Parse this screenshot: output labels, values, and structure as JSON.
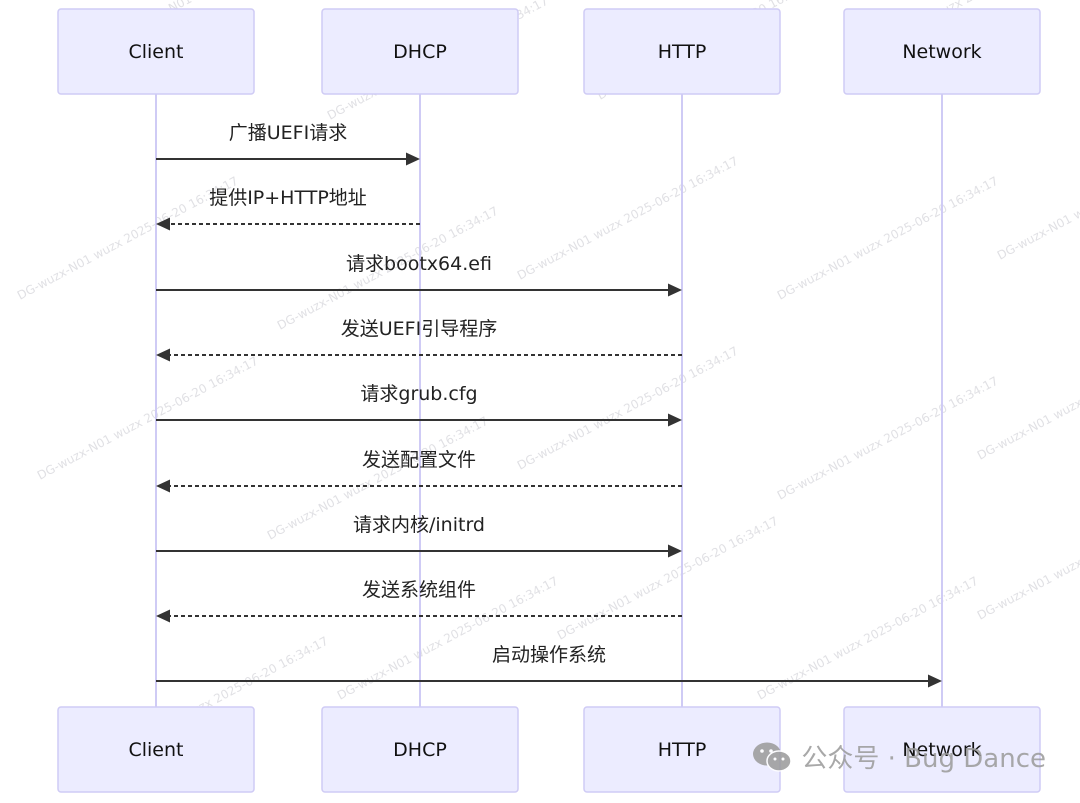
{
  "actors": [
    {
      "id": "client",
      "label": "Client"
    },
    {
      "id": "dhcp",
      "label": "DHCP"
    },
    {
      "id": "http",
      "label": "HTTP"
    },
    {
      "id": "network",
      "label": "Network"
    }
  ],
  "messages": [
    {
      "from": "client",
      "to": "dhcp",
      "style": "solid",
      "label": "广播UEFI请求"
    },
    {
      "from": "dhcp",
      "to": "client",
      "style": "dashed",
      "label": "提供IP+HTTP地址"
    },
    {
      "from": "client",
      "to": "http",
      "style": "solid",
      "label": "请求bootx64.efi"
    },
    {
      "from": "http",
      "to": "client",
      "style": "dashed",
      "label": "发送UEFI引导程序"
    },
    {
      "from": "client",
      "to": "http",
      "style": "solid",
      "label": "请求grub.cfg"
    },
    {
      "from": "http",
      "to": "client",
      "style": "dashed",
      "label": "发送配置文件"
    },
    {
      "from": "client",
      "to": "http",
      "style": "solid",
      "label": "请求内核/initrd"
    },
    {
      "from": "http",
      "to": "client",
      "style": "dashed",
      "label": "发送系统组件"
    },
    {
      "from": "client",
      "to": "network",
      "style": "solid",
      "label": "启动操作系统"
    }
  ],
  "watermark": {
    "text": "DG-wuzx-N01  wuzx  2025-06-20  16:34:17"
  },
  "brand": {
    "icon": "wechat-icon",
    "text": "公众号 · Bug Dance"
  },
  "colors": {
    "actor_fill": "#ECECFF",
    "actor_stroke": "#CFCBF5",
    "line": "#333333"
  }
}
